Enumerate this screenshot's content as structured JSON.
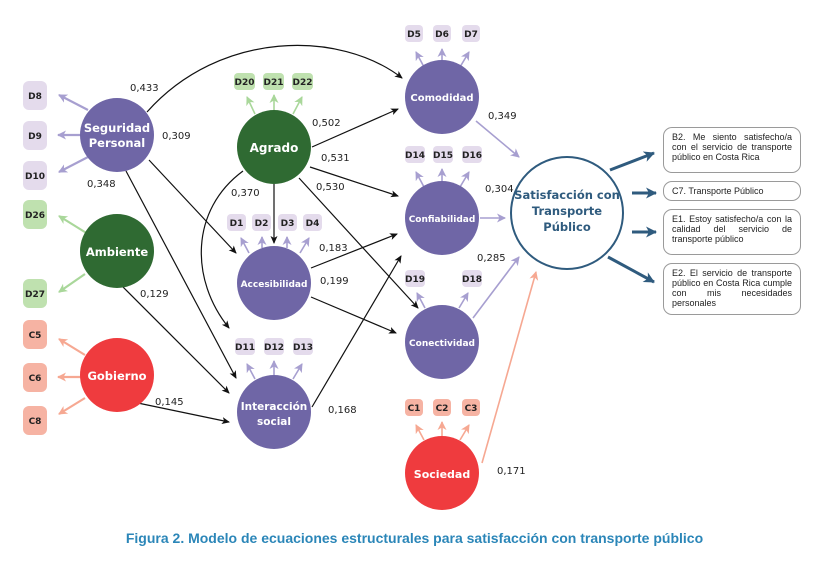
{
  "colors": {
    "purple": "#6f66a6",
    "purple_light": "#e4dbec",
    "purple_arrow": "#a79fd0",
    "green": "#2f6a32",
    "green_light": "#bfe1af",
    "green_arrow": "#a9d79a",
    "red": "#ef3b3e",
    "red_light": "#f6b3a3",
    "red_arrow": "#f6a892",
    "navy": "#2f5b7e",
    "caption": "#2b86b8"
  },
  "constructs": {
    "seguridad": {
      "line1": "Seguridad",
      "line2": "Personal"
    },
    "ambiente": {
      "label": "Ambiente"
    },
    "gobierno": {
      "label": "Gobierno"
    },
    "agrado": {
      "label": "Agrado"
    },
    "accesibilidad": {
      "label": "Accesibilidad"
    },
    "interaccion": {
      "line1": "Interacción",
      "line2": "social"
    },
    "comodidad": {
      "label": "Comodidad"
    },
    "confiabilidad": {
      "label": "Confiabilidad"
    },
    "conectividad": {
      "label": "Conectividad"
    },
    "sociedad": {
      "label": "Sociedad"
    },
    "satisfaccion": {
      "line1": "Satisfacción con",
      "line2": "Transporte",
      "line3": "Público"
    }
  },
  "indicators": {
    "seguridad": [
      "D8",
      "D9",
      "D10"
    ],
    "ambiente": [
      "D26",
      "D27"
    ],
    "gobierno": [
      "C5",
      "C6",
      "C8"
    ],
    "agrado": [
      "D20",
      "D21",
      "D22"
    ],
    "accesibilidad": [
      "D1",
      "D2",
      "D3",
      "D4"
    ],
    "interaccion": [
      "D11",
      "D12",
      "D13"
    ],
    "comodidad": [
      "D5",
      "D6",
      "D7"
    ],
    "confiabilidad": [
      "D14",
      "D15",
      "D16"
    ],
    "conectividad": [
      "D19",
      "D18"
    ],
    "sociedad": [
      "C1",
      "C2",
      "C3"
    ]
  },
  "paths": [
    {
      "from": "Seguridad Personal",
      "to": "Comodidad",
      "coef": "0,433"
    },
    {
      "from": "Seguridad Personal",
      "to": "Accesibilidad",
      "coef": "0,309"
    },
    {
      "from": "Seguridad Personal",
      "to": "Interacción social",
      "coef": "0,348"
    },
    {
      "from": "Ambiente",
      "to": "Interacción social",
      "coef": "0,129"
    },
    {
      "from": "Gobierno",
      "to": "Interacción social",
      "coef": "0,145"
    },
    {
      "from": "Agrado",
      "to": "Comodidad",
      "coef": "0,502"
    },
    {
      "from": "Agrado",
      "to": "Confiabilidad",
      "coef": "0,531"
    },
    {
      "from": "Agrado",
      "to": "Conectividad",
      "coef": "0,530"
    },
    {
      "from": "Agrado",
      "to": "Interacción social",
      "coef": "0,370"
    },
    {
      "from": "Agrado",
      "to": "Accesibilidad",
      "coef": ""
    },
    {
      "from": "Accesibilidad",
      "to": "Confiabilidad",
      "coef": "0,183"
    },
    {
      "from": "Accesibilidad",
      "to": "Conectividad",
      "coef": "0,199"
    },
    {
      "from": "Interacción social",
      "to": "Confiabilidad",
      "coef": "0,168"
    },
    {
      "from": "Comodidad",
      "to": "Satisfacción con Transporte Público",
      "coef": "0,349"
    },
    {
      "from": "Confiabilidad",
      "to": "Satisfacción con Transporte Público",
      "coef": "0,304"
    },
    {
      "from": "Conectividad",
      "to": "Satisfacción con Transporte Público",
      "coef": "0,285"
    },
    {
      "from": "Sociedad",
      "to": "Satisfacción con Transporte Público",
      "coef": "0,171"
    }
  ],
  "outcomes": [
    "B2. Me siento satisfecho/a con el servicio de transporte público en Costa Rica",
    "C7. Transporte Público",
    "E1. Estoy satisfecho/a con la calidad del servicio de transporte público",
    "E2. El servicio de transporte público en Costa Rica cumple con mis necesidades personales"
  ],
  "caption": "Figura 2. Modelo de ecuaciones estructurales para satisfacción con transporte público"
}
